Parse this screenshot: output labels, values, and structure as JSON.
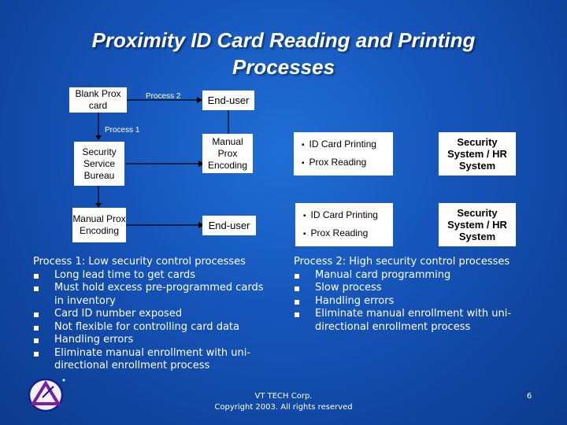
{
  "title": "Proximity ID Card Reading and Printing Processes",
  "diagram": {
    "blank_prox_card": "Blank Prox card",
    "process2_label": "Process 2",
    "end_user_top": "End-user",
    "process1_label": "Process 1",
    "security_bureau": "Security Service Bureau",
    "manual_prox_encoding_top": "Manual Prox Encoding",
    "list_top": [
      "ID Card Printing",
      "Prox Reading"
    ],
    "security_hr_top": "Security System / HR System",
    "manual_prox_encoding_bottom": "Manual Prox Encoding",
    "end_user_bottom": "End-user",
    "list_bottom": [
      "ID Card Printing",
      "Prox Reading"
    ],
    "security_hr_bottom": "Security System / HR System"
  },
  "process1": {
    "heading": "Process 1: Low security control processes",
    "items": [
      "Long lead time to get cards",
      "Must hold excess pre-programmed cards in inventory",
      "Card ID number exposed",
      "Not flexible for controlling card data",
      "Handling errors",
      "Eliminate manual enrollment with uni-directional enrollment process"
    ]
  },
  "process2": {
    "heading": "Process 2: High security control processes",
    "items": [
      "Manual card programming",
      "Slow process",
      "Handling errors",
      "Eliminate manual enrollment with uni-directional enrollment process"
    ]
  },
  "footer": {
    "company": "VT TECH Corp.",
    "copyright": "Copyright 2003. All rights reserved",
    "page_number": "6"
  }
}
